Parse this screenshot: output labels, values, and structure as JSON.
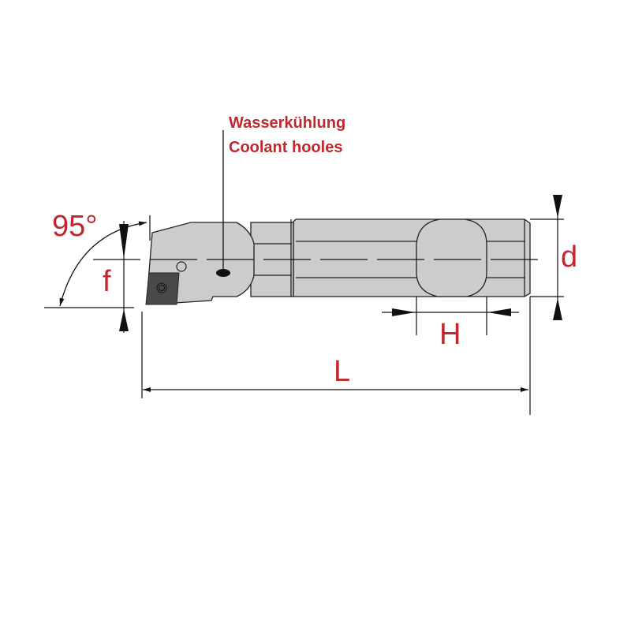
{
  "annotations": {
    "coolant_de": "Wasserkühlung",
    "coolant_en": "Coolant hooles"
  },
  "dimensions": {
    "angle": "95°",
    "f": "f",
    "d": "d",
    "H": "H",
    "L": "L"
  },
  "colors": {
    "label": "#c1272d",
    "body": "#cccccc",
    "insert": "#4a4a4a",
    "line": "#222222"
  }
}
